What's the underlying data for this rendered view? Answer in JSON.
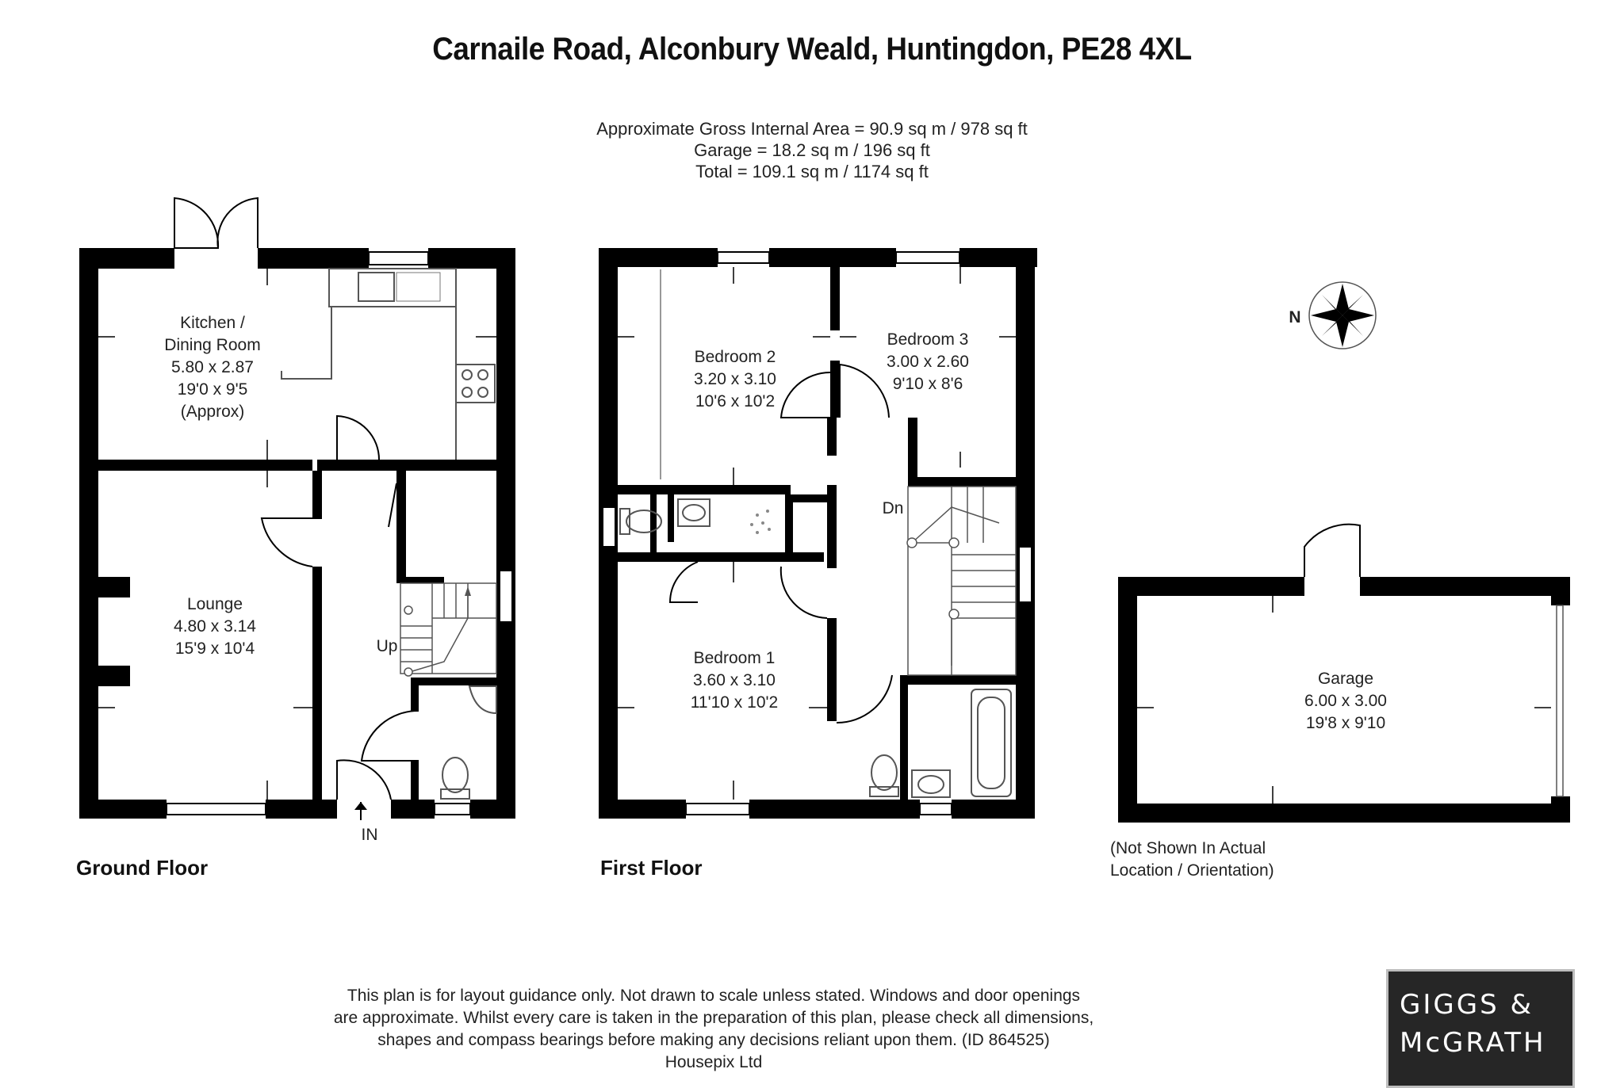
{
  "title": "Carnaile Road, Alconbury Weald, Huntingdon, PE28 4XL",
  "areas": [
    "Approximate Gross Internal Area = 90.9 sq m / 978 sq ft",
    "Garage = 18.2 sq m / 196 sq ft",
    "Total = 109.1 sq m / 1174 sq ft"
  ],
  "floors": {
    "ground": "Ground Floor",
    "first": "First Floor"
  },
  "rooms": {
    "kitchen": [
      "Kitchen /",
      "Dining Room",
      "5.80 x 2.87",
      "19'0 x 9'5",
      "(Approx)"
    ],
    "lounge": [
      "Lounge",
      "4.80 x 3.14",
      "15'9 x 10'4"
    ],
    "bedroom2": [
      "Bedroom 2",
      "3.20 x 3.10",
      "10'6 x 10'2"
    ],
    "bedroom3": [
      "Bedroom 3",
      "3.00 x 2.60",
      "9'10 x 8'6"
    ],
    "bedroom1": [
      "Bedroom 1",
      "3.60 x 3.10",
      "11'10 x 10'2"
    ],
    "garage": [
      "Garage",
      "6.00 x 3.00",
      "19'8 x 9'10"
    ]
  },
  "labels": {
    "up": "Up",
    "down": "Dn",
    "entrance": "IN",
    "north": "N"
  },
  "garage_note": [
    "(Not Shown In Actual",
    "Location / Orientation)"
  ],
  "disclaimer": [
    "This plan is for layout guidance only. Not drawn to scale unless stated. Windows and door openings",
    "are approximate. Whilst every care is taken in the preparation of this plan, please check all dimensions,",
    "shapes and compass bearings before making any decisions reliant upon them. (ID 864525)",
    "Housepix Ltd"
  ],
  "logo": [
    "GIGGS &",
    "McGRATH"
  ],
  "colors": {
    "wall": "#000000",
    "text": "#222222",
    "logo_bg": "#262626"
  }
}
